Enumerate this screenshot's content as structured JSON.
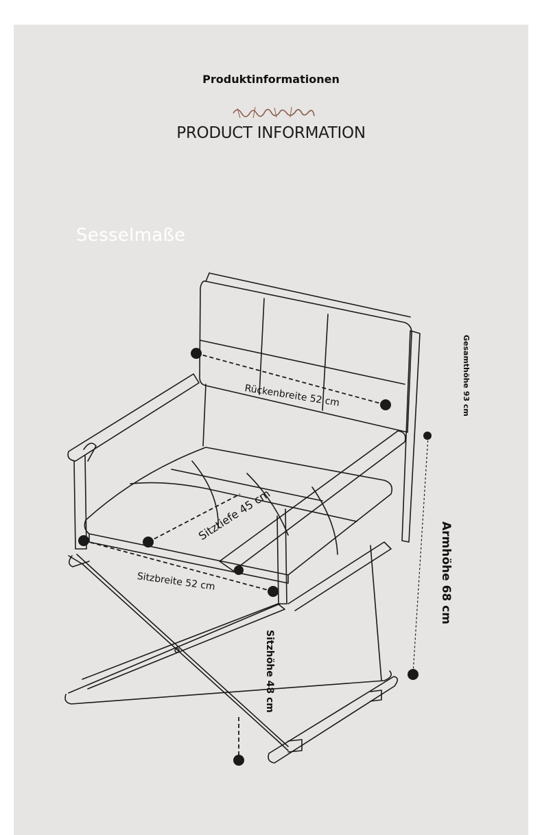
{
  "header": {
    "title_de": "Produktinformationen",
    "title_en": "PRODUCT INFORMATION"
  },
  "section": {
    "label": "Sesselmaße"
  },
  "dimensions": {
    "backrest_width": "Rückenbreite 52 cm",
    "seat_depth": "Sitztiefe 45 cm",
    "seat_width": "Sitzbreite 52 cm",
    "seat_height": "Sitzhöhe 48 cm",
    "total_height": "Gesamthöhe 93 cm",
    "arm_height": "Armhöhe 68 cm"
  },
  "colors": {
    "background": "#e6e5e3",
    "line": "#1a1a1a",
    "accent_script": "#8a5a4a"
  },
  "decorative": {
    "script_logo": "handwritten script flourish"
  }
}
